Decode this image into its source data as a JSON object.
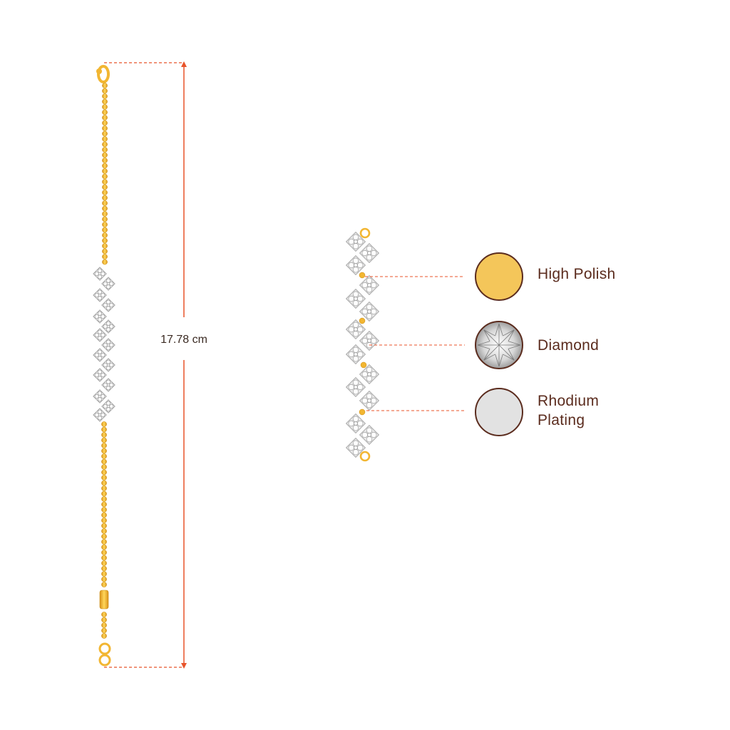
{
  "measurement": {
    "length_label": "17.78 cm",
    "line_color": "#e8532a"
  },
  "materials": [
    {
      "name": "High Polish",
      "swatch": "gold-swatch",
      "color": "#f4c65a"
    },
    {
      "name": "Diamond",
      "swatch": "diamond-swatch",
      "color": "#e6e6e6"
    },
    {
      "name": "Rhodium Plating",
      "swatch": "rhodium-swatch",
      "color": "#e2e2e2"
    }
  ],
  "colors": {
    "gold": "#f2b632",
    "gold_dark": "#c98a12",
    "text": "#5b2c1e",
    "swatch_border": "#5b2c1e"
  }
}
